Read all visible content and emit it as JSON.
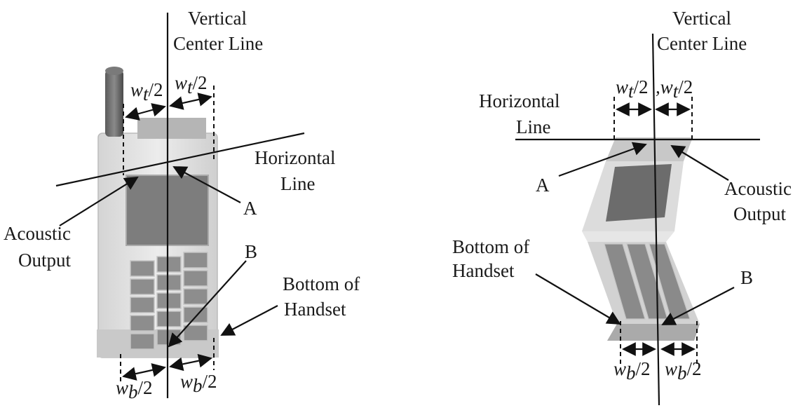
{
  "left_figure": {
    "vertical_line_label": [
      "Vertical",
      "Center Line"
    ],
    "horizontal_line_label": [
      "Horizontal",
      "Line"
    ],
    "acoustic_output_label": [
      "Acoustic",
      "Output"
    ],
    "point_a": "A",
    "point_b": "B",
    "bottom_label": [
      "Bottom of",
      "Handset"
    ],
    "top_width_left": "w",
    "top_width_left_sub": "t",
    "top_width_right": "w",
    "top_width_right_sub": "t",
    "bottom_width_left": "w",
    "bottom_width_left_sub": "b",
    "bottom_width_right": "w",
    "bottom_width_right_sub": "b",
    "half": "/2"
  },
  "right_figure": {
    "vertical_line_label": [
      "Vertical",
      "Center Line"
    ],
    "horizontal_line_label": [
      "Horizontal",
      "Line"
    ],
    "acoustic_output_label": [
      "Acoustic",
      "Output"
    ],
    "point_a": "A",
    "point_b": "B",
    "bottom_label": [
      "Bottom of",
      "Handset"
    ],
    "top_width_left": "w",
    "top_width_left_sub": "t",
    "top_width_right": ",w",
    "top_width_right_sub": "t",
    "bottom_width_left": "w",
    "bottom_width_left_sub": "b",
    "bottom_width_right": "w",
    "bottom_width_right_sub": "b",
    "half": "/2"
  }
}
